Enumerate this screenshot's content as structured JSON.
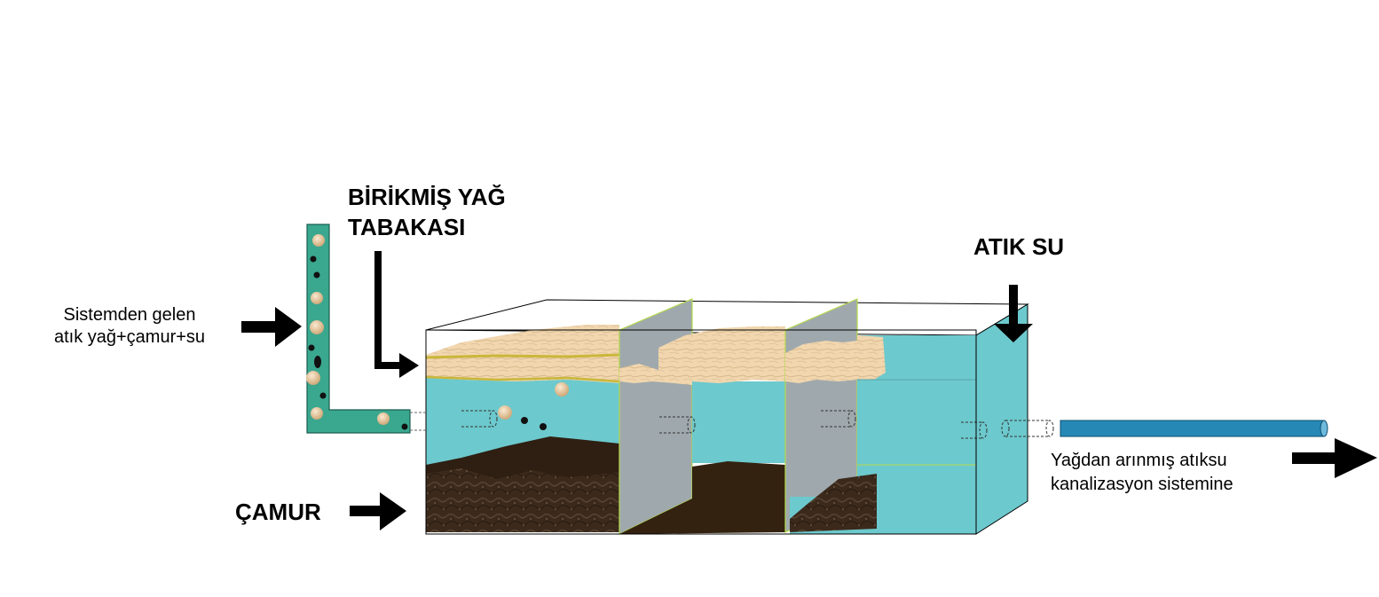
{
  "labels": {
    "oil_layer_line1": "BİRİKMİŞ YAĞ",
    "oil_layer_line2": "TABAKASI",
    "waste_water": "ATIK SU",
    "inlet_line1": "Sistemden gelen",
    "inlet_line2": "atık yağ+çamur+su",
    "sludge": "ÇAMUR",
    "outlet_line1": "Yağdan arınmış atıksu",
    "outlet_line2": "kanalizasyon sistemine"
  },
  "colors": {
    "water": "#6cc9cd",
    "oil": "#f1d6ae",
    "oil_edge": "#c9b73a",
    "sludge": "#3b2a1c",
    "baffle": "#9fa9ad",
    "inlet_pipe": "#3aa78f",
    "outlet_pipe": "#2688b5",
    "arrow": "#000000"
  },
  "icons": [
    "inlet-pipe",
    "outlet-pipe",
    "baffle-wall",
    "arrow-right",
    "arrow-down",
    "oil-droplet",
    "sludge-particle"
  ]
}
